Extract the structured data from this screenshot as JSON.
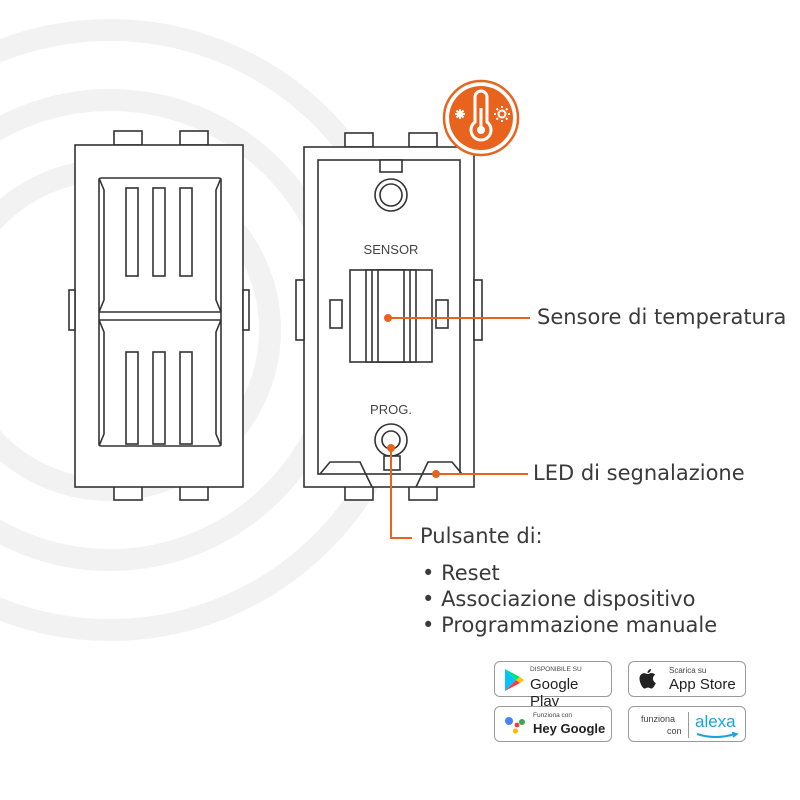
{
  "device": {
    "sensor_label": "SENSOR",
    "prog_label": "PROG."
  },
  "callouts": {
    "sensor": "Sensore di temperatura",
    "led": "LED di segnalazione",
    "button": "Pulsante di:",
    "button_functions": [
      "Reset",
      "Associazione dispositivo",
      "Programmazione manuale"
    ]
  },
  "badges": {
    "google_play": {
      "small": "DISPONIBILE SU",
      "big": "Google Play"
    },
    "app_store": {
      "small": "Scarica su",
      "big": "App Store"
    },
    "hey_google": {
      "small": "Funziona con",
      "big": "Hey Google"
    },
    "alexa": {
      "small_1": "funziona",
      "small_2": "con",
      "big": "alexa"
    }
  },
  "colors": {
    "accent": "#e8641e",
    "line": "#333333",
    "background_circles": "#f2f2f2",
    "alexa_blue": "#1aa3d8"
  },
  "icons": [
    "thermometer-icon",
    "snowflake-icon",
    "sun-icon",
    "google-play-icon",
    "apple-icon",
    "google-assistant-icon"
  ]
}
